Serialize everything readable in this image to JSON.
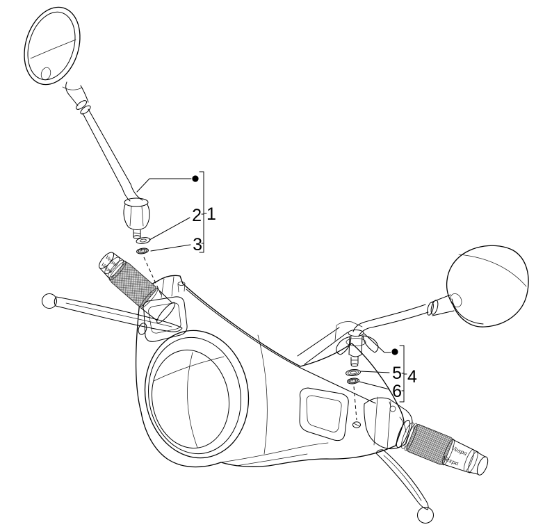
{
  "figure": {
    "type": "exploded-parts-diagram",
    "subject": "handlebar rear-view mirrors with fixing washers and nuts",
    "background_color": "#ffffff",
    "line_color": "#000000"
  },
  "callouts": {
    "left": {
      "assembly_label": "1",
      "part_labels": [
        "2",
        "3"
      ]
    },
    "right": {
      "assembly_label": "4",
      "part_labels": [
        "5",
        "6"
      ]
    }
  },
  "branding": {
    "grip_text": "Vespa"
  }
}
